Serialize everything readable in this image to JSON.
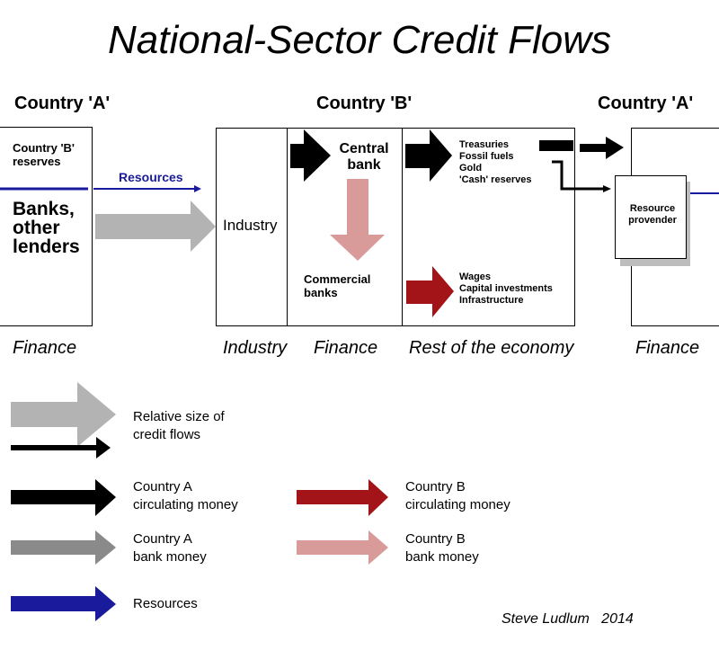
{
  "title": "National-Sector Credit Flows",
  "countries": {
    "left": "Country 'A'",
    "middle": "Country 'B'",
    "right": "Country 'A'"
  },
  "left_box": {
    "reserves_label": "Country 'B' reserves",
    "banks_label": "Banks, other lenders"
  },
  "resources_label": "Resources",
  "industry_box": {
    "label": "Industry"
  },
  "finance_box": {
    "central_bank": "Central bank",
    "commercial_banks": "Commercial banks"
  },
  "economy_box": {
    "outflow_items": [
      "Treasuries",
      "Fossil fuels",
      "Gold",
      "'Cash' reserves"
    ],
    "domestic_items": [
      "Wages",
      "Capital investments",
      "Infrastructure"
    ]
  },
  "resource_provender": "Resource provender",
  "sectors": [
    "Finance",
    "Industry",
    "Finance",
    "Rest of the economy",
    "Finance"
  ],
  "legend": {
    "relative_size": "Relative size of credit flows",
    "a_circulating": "Country A circulating money",
    "b_circulating": "Country B circulating money",
    "a_bank": "Country A bank money",
    "b_bank": "Country B bank money",
    "resources": "Resources"
  },
  "colors": {
    "a_circulating": "#000000",
    "a_bank": "#b3b3b3",
    "b_circulating": "#a31419",
    "b_bank": "#d99a9a",
    "resources": "#1a1a9c"
  },
  "signature": "Steve Ludlum   2014"
}
